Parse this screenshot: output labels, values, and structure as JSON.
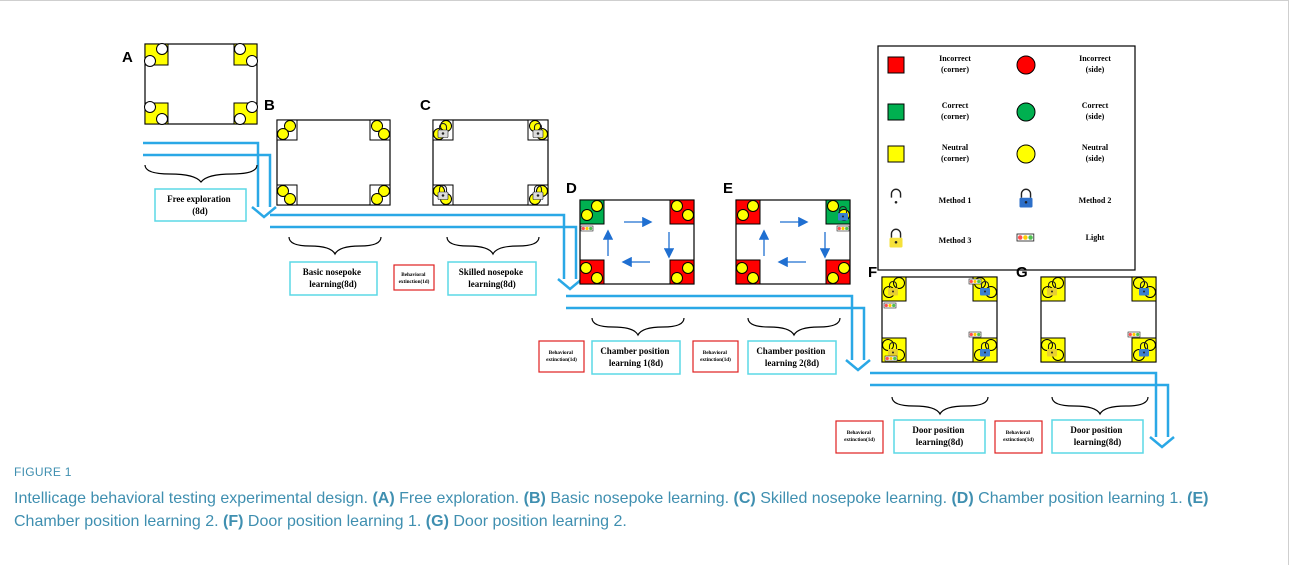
{
  "panels": [
    {
      "letter": "A"
    },
    {
      "letter": "B"
    },
    {
      "letter": "C"
    },
    {
      "letter": "D"
    },
    {
      "letter": "E"
    },
    {
      "letter": "F"
    },
    {
      "letter": "G"
    }
  ],
  "stages": {
    "a": {
      "line1": "Free exploration",
      "line2": "(8d)"
    },
    "b": {
      "line1": "Basic nosepoke",
      "line2": "learning(8d)"
    },
    "c": {
      "line1": "Skilled nosepoke",
      "line2": "learning(8d)"
    },
    "d": {
      "line1": "Chamber position",
      "line2": "learning 1(8d)"
    },
    "e": {
      "line1": "Chamber position",
      "line2": "learning 2(8d)"
    },
    "f": {
      "line1": "Door position",
      "line2": "learning(8d)"
    },
    "g": {
      "line1": "Door position",
      "line2": "learning(8d)"
    }
  },
  "extinction": {
    "line1": "Behavioral",
    "line2": "extinction(1d)"
  },
  "legend": {
    "incorrect_corner": [
      "Incorrect",
      "(corner)"
    ],
    "incorrect_side": [
      "Incorrect",
      "(side)"
    ],
    "correct_corner": [
      "Correct",
      "(corner)"
    ],
    "correct_side": [
      "Correct",
      "(side)"
    ],
    "neutral_corner": [
      "Neutral",
      "(corner)"
    ],
    "neutral_side": [
      "Neutral",
      "(side)"
    ],
    "method1": "Method 1",
    "method2": "Method 2",
    "method3": "Method 3",
    "light": "Light"
  },
  "colors": {
    "incorrect": "#ff0000",
    "correct": "#00b050",
    "neutral": "#ffff00",
    "arrow_blue": "#1f6fd1",
    "timeline_blue": "#2aa8e6",
    "stage_box": "#5bd8e6",
    "extinction_box": "#e02020",
    "caption": "#3f8fb0"
  },
  "figure_label": "FIGURE 1",
  "caption": {
    "intro": "Intellicage behavioral testing experimental design.",
    "items": [
      {
        "tag": "(A)",
        "text": "Free exploration."
      },
      {
        "tag": "(B)",
        "text": "Basic nosepoke learning."
      },
      {
        "tag": "(C)",
        "text": "Skilled nosepoke learning."
      },
      {
        "tag": "(D)",
        "text": "Chamber position learning 1."
      },
      {
        "tag": "(E)",
        "text": "Chamber position learning 2."
      },
      {
        "tag": "(F)",
        "text": "Door position learning 1."
      },
      {
        "tag": "(G)",
        "text": "Door position learning 2."
      }
    ]
  }
}
